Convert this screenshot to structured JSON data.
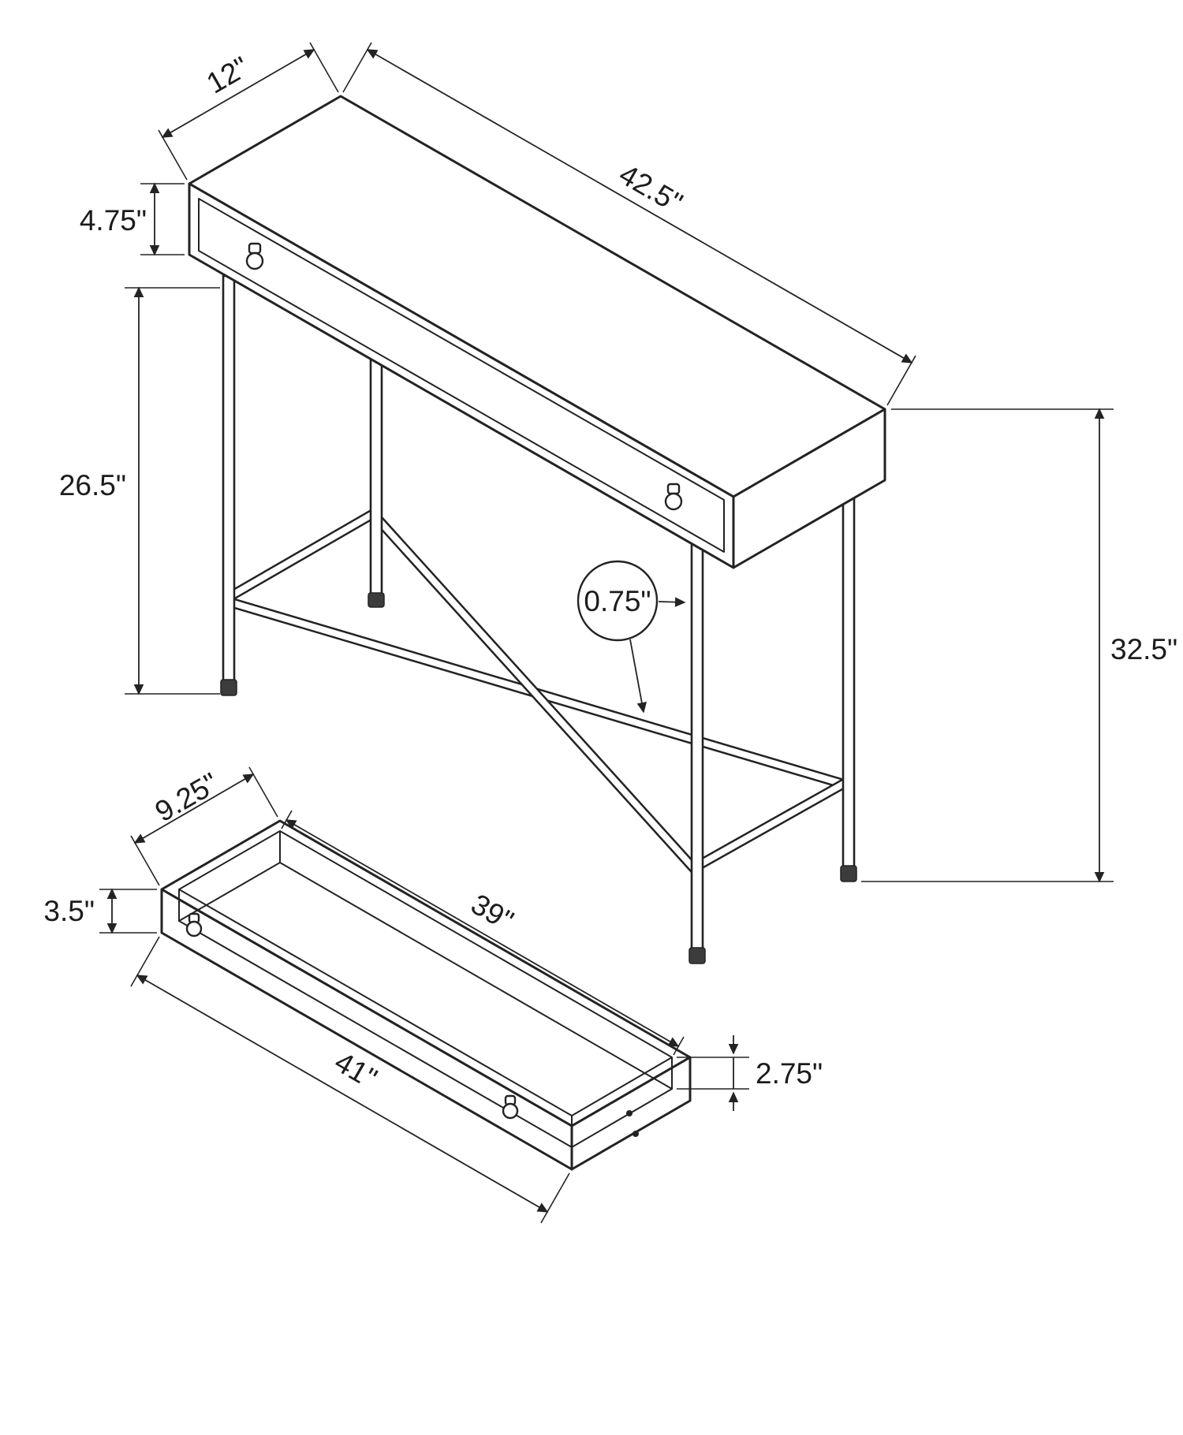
{
  "diagram": {
    "background": "#ffffff",
    "line_color": "#232323",
    "table": {
      "top_depth": "12\"",
      "top_length": "42.5\"",
      "apron_height": "4.75\"",
      "leg_height": "26.5\"",
      "overall_height": "32.5\"",
      "tube_thickness": "0.75\""
    },
    "drawer": {
      "depth": "9.25\"",
      "inner_length": "39\"",
      "front_height": "3.5\"",
      "outer_length": "41\"",
      "inner_height": "2.75\""
    }
  }
}
